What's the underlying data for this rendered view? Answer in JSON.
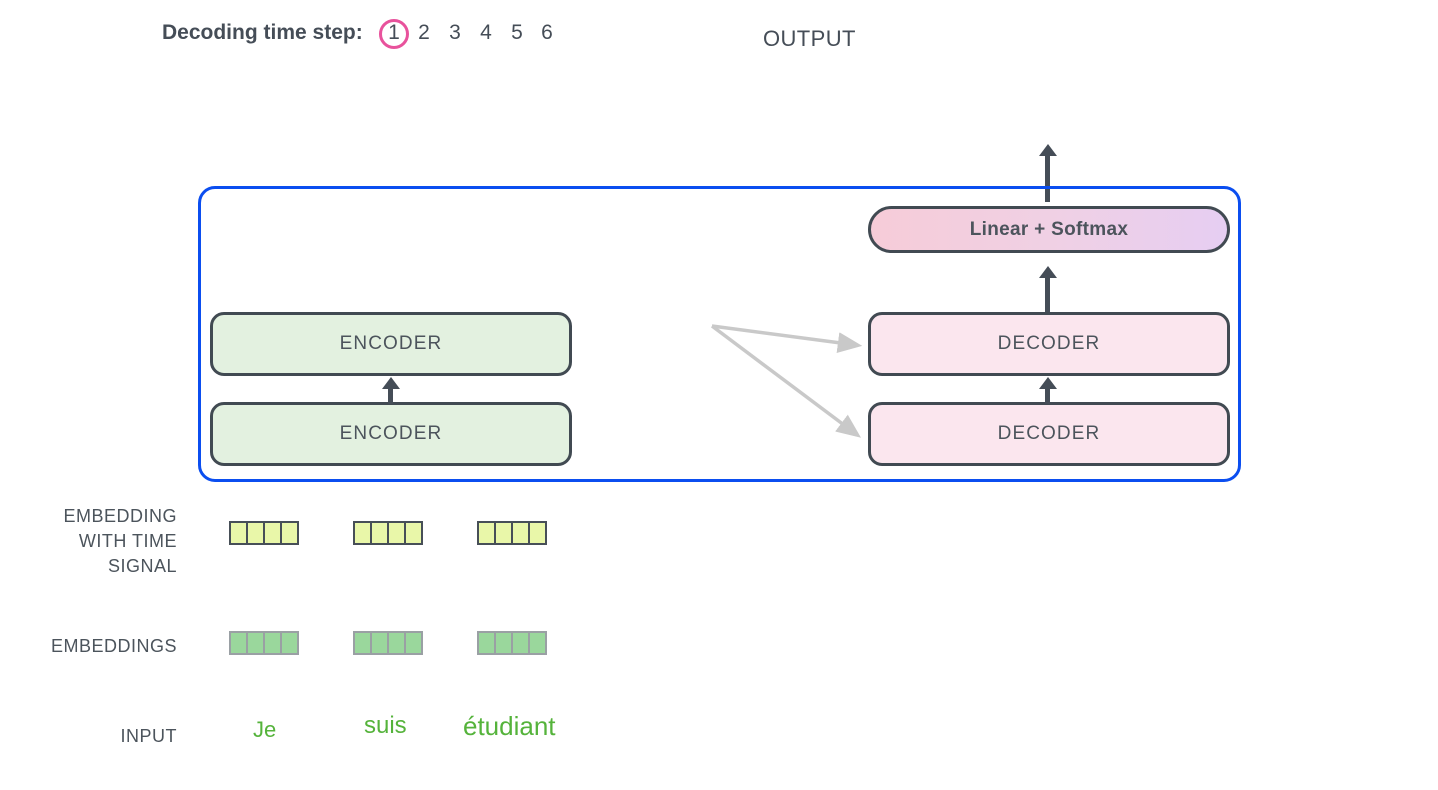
{
  "header": {
    "decoding_label": "Decoding time step:",
    "steps": [
      "1",
      "2",
      "3",
      "4",
      "5",
      "6"
    ],
    "active_step": "1",
    "output_label": "OUTPUT",
    "active_step_color": "#e8529c"
  },
  "model": {
    "border_color": "#0b4ef0",
    "encoders": [
      {
        "label": "ENCODER"
      },
      {
        "label": "ENCODER"
      }
    ],
    "decoders": [
      {
        "label": "DECODER"
      },
      {
        "label": "DECODER"
      }
    ],
    "output_head": {
      "label": "Linear + Softmax",
      "gradient_from": "#f6ccd8",
      "gradient_to": "#e6cef2"
    },
    "encoder_fill": "#e3f1e0",
    "decoder_fill": "#fbe6ee"
  },
  "rows": {
    "time_signal_label": [
      "EMBEDDING",
      "WITH TIME",
      "SIGNAL"
    ],
    "embeddings_label": "EMBEDDINGS",
    "input_label": "INPUT"
  },
  "tokens": [
    {
      "text": "Je",
      "cell_count": 4
    },
    {
      "text": "suis",
      "cell_count": 4
    },
    {
      "text": "étudiant",
      "cell_count": 4
    }
  ],
  "colors": {
    "time_cell": "#e9f7a9",
    "embed_cell": "#9ad79c",
    "word": "#55b33b",
    "text": "#4c545c",
    "arrow_dark": "#454d57",
    "arrow_gray": "#c9c9c9"
  }
}
